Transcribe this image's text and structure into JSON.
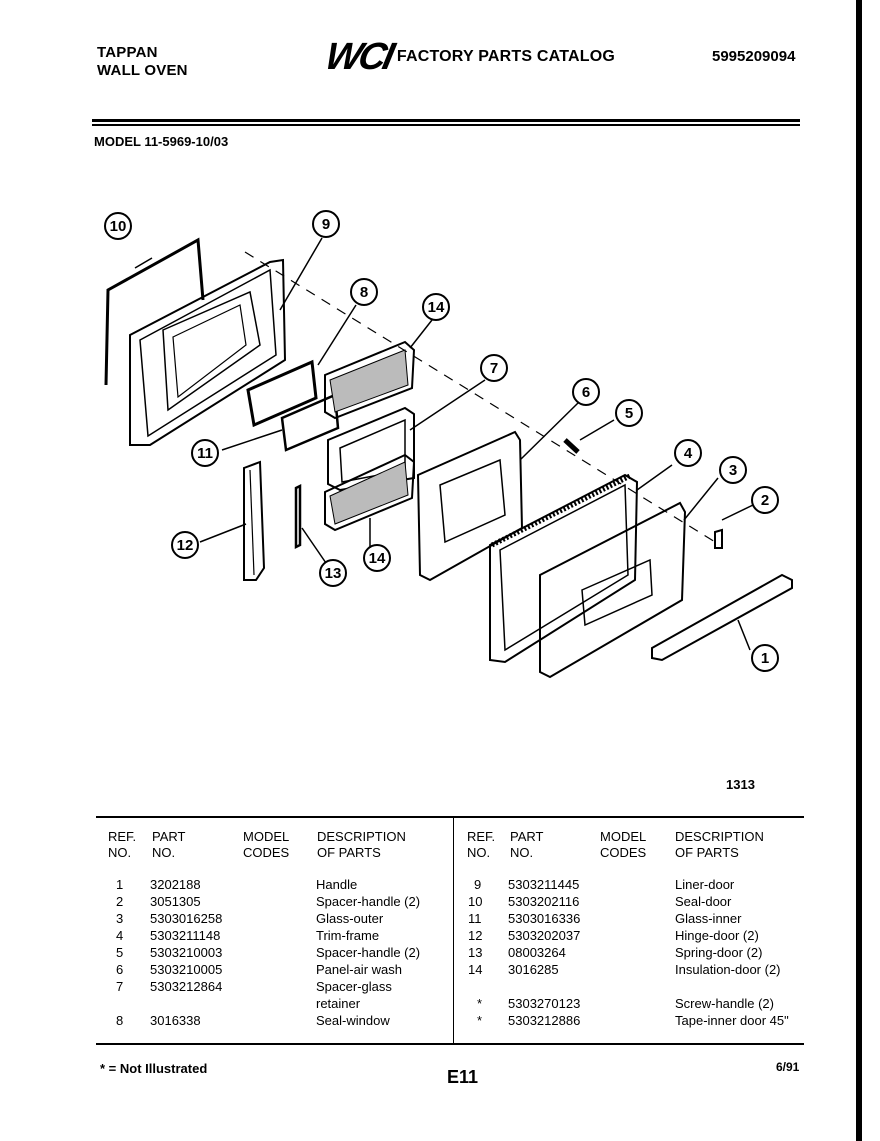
{
  "header": {
    "brand_line1": "TAPPAN",
    "brand_line2": "WALL OVEN",
    "logo": "WCI",
    "catalog_title": "FACTORY PARTS CATALOG",
    "catalog_number": "5995209094"
  },
  "model_label": "MODEL 11-5969-10/03",
  "diagram": {
    "callouts": [
      "10",
      "9",
      "8",
      "14",
      "7",
      "6",
      "5",
      "4",
      "3",
      "2",
      "1",
      "11",
      "12",
      "13",
      "14"
    ],
    "drawing_code": "1313"
  },
  "table": {
    "headers": {
      "ref_line1": "REF.",
      "ref_line2": "NO.",
      "part_line1": "PART",
      "part_line2": "NO.",
      "model_line1": "MODEL",
      "model_line2": "CODES",
      "desc_line1": "DESCRIPTION",
      "desc_line2": "OF PARTS"
    },
    "left": [
      {
        "ref": "1",
        "part": "3202188",
        "desc": "Handle"
      },
      {
        "ref": "2",
        "part": "3051305",
        "desc": "Spacer-handle (2)"
      },
      {
        "ref": "3",
        "part": "5303016258",
        "desc": "Glass-outer"
      },
      {
        "ref": "4",
        "part": "5303211148",
        "desc": "Trim-frame"
      },
      {
        "ref": "5",
        "part": "5303210003",
        "desc": "Spacer-handle (2)"
      },
      {
        "ref": "6",
        "part": "5303210005",
        "desc": "Panel-air wash"
      },
      {
        "ref": "7",
        "part": "5303212864",
        "desc": "Spacer-glass",
        "desc2": "retainer"
      },
      {
        "ref": "8",
        "part": "3016338",
        "desc": "Seal-window"
      }
    ],
    "right": [
      {
        "ref": "9",
        "part": "5303211445",
        "desc": "Liner-door"
      },
      {
        "ref": "10",
        "part": "5303202116",
        "desc": "Seal-door"
      },
      {
        "ref": "11",
        "part": "5303016336",
        "desc": "Glass-inner"
      },
      {
        "ref": "12",
        "part": "5303202037",
        "desc": "Hinge-door (2)"
      },
      {
        "ref": "13",
        "part": "08003264",
        "desc": "Spring-door (2)"
      },
      {
        "ref": "14",
        "part": "3016285",
        "desc": "Insulation-door (2)"
      },
      {
        "ref": "*",
        "part": "5303270123",
        "desc": "Screw-handle (2)"
      },
      {
        "ref": "*",
        "part": "5303212886",
        "desc": "Tape-inner door 45\""
      }
    ]
  },
  "footer": {
    "note": "* = Not Illustrated",
    "page": "E11",
    "date": "6/91"
  }
}
